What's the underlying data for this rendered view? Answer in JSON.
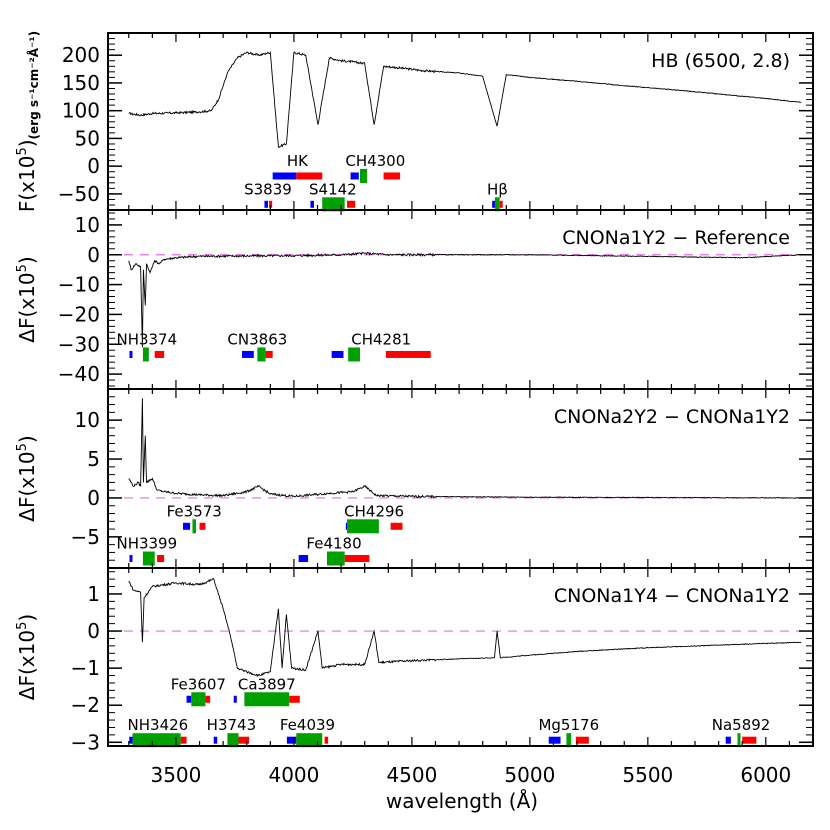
{
  "chart_data": [
    {
      "type": "line",
      "panel": 1,
      "title": "HB (6500, 2.8)",
      "ylabel": "F(x10^5)(erg s^-1cm^-2Å^-1)",
      "ylabel_main": "F(x10",
      "ylabel_sup": "5",
      "ylabel_unit": "(erg s⁻¹cm⁻²Å⁻¹)",
      "ylim": [
        -79,
        240
      ],
      "yticks": [
        200,
        150,
        100,
        50,
        0,
        -50
      ],
      "ytick_labels": [
        "200",
        "150",
        "100",
        "50",
        "0",
        "−50"
      ],
      "zero_line": false,
      "spectrum": {
        "description": "Synthetic HB star spectrum: ~95 flat noisy continuum 3300-3650 Å, Balmer jump to ~200 at ~3700 Å, deep Ca H&K lines to ~30-40 near 3934/3968 Å, Hδ ~4102 Å down to ~75, Hγ ~4340 Å down to ~75, Hβ 4861 Å down to ~75, then smooth decline to ~115 at 6150 Å",
        "points": [
          [
            3300,
            95
          ],
          [
            3350,
            92
          ],
          [
            3400,
            95
          ],
          [
            3500,
            96
          ],
          [
            3600,
            98
          ],
          [
            3650,
            100
          ],
          [
            3680,
            120
          ],
          [
            3720,
            170
          ],
          [
            3760,
            195
          ],
          [
            3800,
            205
          ],
          [
            3850,
            200
          ],
          [
            3900,
            205
          ],
          [
            3934,
            35
          ],
          [
            3968,
            40
          ],
          [
            4000,
            205
          ],
          [
            4050,
            200
          ],
          [
            4102,
            75
          ],
          [
            4150,
            195
          ],
          [
            4200,
            190
          ],
          [
            4250,
            188
          ],
          [
            4300,
            185
          ],
          [
            4340,
            75
          ],
          [
            4380,
            180
          ],
          [
            4450,
            177
          ],
          [
            4550,
            172
          ],
          [
            4700,
            168
          ],
          [
            4800,
            162
          ],
          [
            4861,
            72
          ],
          [
            4900,
            165
          ],
          [
            5000,
            160
          ],
          [
            5200,
            153
          ],
          [
            5400,
            145
          ],
          [
            5600,
            138
          ],
          [
            5800,
            130
          ],
          [
            6000,
            122
          ],
          [
            6150,
            115
          ]
        ]
      },
      "bands": [
        {
          "label": "HK",
          "row": 0,
          "blue": [
            3910,
            4010
          ],
          "red": [
            4010,
            4120
          ],
          "green": null
        },
        {
          "label": "CH4300",
          "row": 0,
          "blue": [
            4240,
            4275
          ],
          "green": [
            4280,
            4310
          ],
          "red": [
            4380,
            4450
          ]
        },
        {
          "label": "S3839",
          "row": 1,
          "blue": [
            3875,
            3890
          ],
          "red": [
            3895,
            3905
          ],
          "green": null
        },
        {
          "label": "S4142",
          "row": 1,
          "blue": [
            4070,
            4085
          ],
          "green": [
            4120,
            4215
          ],
          "red": [
            4225,
            4260
          ]
        },
        {
          "label": "Hβ",
          "row": 1,
          "blue": [
            4840,
            4852
          ],
          "green": [
            4852,
            4872
          ],
          "red": [
            4872,
            4885
          ]
        }
      ]
    },
    {
      "type": "line",
      "panel": 2,
      "title": "CNONa1Y2 − Reference",
      "ylabel_main": "ΔF(x10",
      "ylabel_sup": "5",
      "ylim": [
        -45,
        15
      ],
      "yticks": [
        10,
        0,
        -10,
        -20,
        -30,
        -40
      ],
      "ytick_labels": [
        "10",
        "0",
        "−10",
        "−20",
        "−30",
        "−40"
      ],
      "zero_line": true,
      "spectrum": {
        "description": "Near-zero difference; strong negative NH features 3300-3420 Å with deepest dip ~-31 near 3360 Å and ~-17 near 3370 Å; flat near 0 beyond 3500 Å",
        "points": [
          [
            3300,
            -2
          ],
          [
            3310,
            -5
          ],
          [
            3330,
            -3
          ],
          [
            3350,
            -4
          ],
          [
            3358,
            -31
          ],
          [
            3362,
            -5
          ],
          [
            3370,
            -17
          ],
          [
            3375,
            -3
          ],
          [
            3390,
            -6
          ],
          [
            3410,
            -2
          ],
          [
            3430,
            -3
          ],
          [
            3450,
            -1.5
          ],
          [
            3500,
            -1
          ],
          [
            3600,
            -0.5
          ],
          [
            3800,
            -0.4
          ],
          [
            4000,
            -0.3
          ],
          [
            4200,
            0
          ],
          [
            4300,
            0.5
          ],
          [
            4400,
            0
          ],
          [
            5000,
            0
          ],
          [
            5900,
            -1
          ],
          [
            6150,
            0
          ]
        ]
      },
      "bands": [
        {
          "label": "NH3374",
          "row": 0,
          "blue": [
            3303,
            3308
          ],
          "green": [
            3360,
            3385
          ],
          "red": [
            3410,
            3450
          ]
        },
        {
          "label": "CN3863",
          "row": 0,
          "blue": [
            3780,
            3830
          ],
          "green": [
            3845,
            3880
          ],
          "red": [
            3880,
            3910
          ]
        },
        {
          "label": "CH4281",
          "row": 0,
          "blue": [
            4160,
            4210
          ],
          "green": [
            4230,
            4280
          ],
          "red": [
            4390,
            4580
          ]
        }
      ]
    },
    {
      "type": "line",
      "panel": 3,
      "title": "CNONa2Y2 − CNONa1Y2",
      "ylabel_main": "ΔF(x10",
      "ylabel_sup": "5",
      "ylim": [
        -9,
        14
      ],
      "yticks": [
        10,
        5,
        0,
        -5
      ],
      "ytick_labels": [
        "10",
        "5",
        "0",
        "−5"
      ],
      "zero_line": true,
      "spectrum": {
        "description": "Positive noisy residual: ~2-3 at 3300 Å, sharp spike ~12.8 near 3358 Å and ~8 near 3370 Å, decaying to ~0.5 by 3500 Å, spiky features up to ~2 around 3850 and 4150-4300 Å, near zero beyond 4400 Å with small spikes",
        "points": [
          [
            3300,
            2.5
          ],
          [
            3320,
            1.5
          ],
          [
            3340,
            2
          ],
          [
            3350,
            1.5
          ],
          [
            3358,
            12.8
          ],
          [
            3362,
            2
          ],
          [
            3370,
            8
          ],
          [
            3375,
            2
          ],
          [
            3400,
            2.5
          ],
          [
            3420,
            1
          ],
          [
            3450,
            0.8
          ],
          [
            3500,
            0.6
          ],
          [
            3600,
            0.4
          ],
          [
            3700,
            0.3
          ],
          [
            3800,
            0.8
          ],
          [
            3850,
            1.5
          ],
          [
            3900,
            0.5
          ],
          [
            4000,
            0.2
          ],
          [
            4150,
            0.6
          ],
          [
            4250,
            0.8
          ],
          [
            4300,
            1.5
          ],
          [
            4350,
            0.3
          ],
          [
            4500,
            0.2
          ],
          [
            5000,
            0.1
          ],
          [
            6150,
            0
          ]
        ]
      },
      "bands": [
        {
          "label": "Fe3573",
          "row": 0,
          "blue": [
            3530,
            3560
          ],
          "green": [
            3570,
            3585
          ],
          "red": [
            3600,
            3625
          ]
        },
        {
          "label": "CH4296",
          "row": 0,
          "blue": [
            4220,
            4225
          ],
          "green": [
            4225,
            4360
          ],
          "red": [
            4410,
            4460
          ]
        },
        {
          "label": "NH3399",
          "row": 1,
          "blue": [
            3303,
            3308
          ],
          "green": [
            3360,
            3410
          ],
          "red": [
            3420,
            3450
          ]
        },
        {
          "label": "Fe4180",
          "row": 1,
          "blue": [
            4020,
            4060
          ],
          "green": [
            4140,
            4215
          ],
          "red": [
            4215,
            4320
          ]
        }
      ]
    },
    {
      "type": "line",
      "panel": 4,
      "title": "CNONa1Y4 − CNONa1Y2",
      "ylabel_main": "ΔF(x10",
      "ylabel_sup": "5",
      "xlabel": "wavelength (Å)",
      "ylim": [
        -3.1,
        1.7
      ],
      "yticks": [
        1,
        0,
        -1,
        -2,
        -3
      ],
      "ytick_labels": [
        "1",
        "0",
        "−1",
        "−2",
        "−3"
      ],
      "zero_line": true,
      "spectrum": {
        "description": "~1.2 plateau 3300-3650 Å with dip to -0.3 near 3358 Å; sharp drop at Balmer jump ~3700 Å to ~-1.1; Balmer emission-like spikes up to ~0.6 near 3934/3968 Å, ~0 at 4102, 4340, 4861 Å; rises slowly from -0.9 at 4500 Å to -0.3 at 6150 Å",
        "points": [
          [
            3300,
            1.35
          ],
          [
            3320,
            1.1
          ],
          [
            3350,
            1.05
          ],
          [
            3358,
            -0.3
          ],
          [
            3365,
            0.9
          ],
          [
            3400,
            1.2
          ],
          [
            3500,
            1.3
          ],
          [
            3600,
            1.25
          ],
          [
            3660,
            1.4
          ],
          [
            3700,
            0.6
          ],
          [
            3730,
            -0.1
          ],
          [
            3760,
            -1.0
          ],
          [
            3800,
            -1.1
          ],
          [
            3850,
            -1.2
          ],
          [
            3900,
            -1.1
          ],
          [
            3934,
            0.6
          ],
          [
            3950,
            -1.0
          ],
          [
            3968,
            0.45
          ],
          [
            3990,
            -1.0
          ],
          [
            4050,
            -1.05
          ],
          [
            4102,
            0
          ],
          [
            4120,
            -1.0
          ],
          [
            4200,
            -0.9
          ],
          [
            4300,
            -0.9
          ],
          [
            4340,
            0
          ],
          [
            4360,
            -0.85
          ],
          [
            4500,
            -0.8
          ],
          [
            4700,
            -0.75
          ],
          [
            4850,
            -0.72
          ],
          [
            4861,
            0
          ],
          [
            4875,
            -0.72
          ],
          [
            5000,
            -0.65
          ],
          [
            5200,
            -0.55
          ],
          [
            5500,
            -0.45
          ],
          [
            5800,
            -0.38
          ],
          [
            6150,
            -0.3
          ]
        ]
      },
      "bands": [
        {
          "label": "Fe3607",
          "row": 0,
          "blue": [
            3545,
            3565
          ],
          "green": [
            3565,
            3625
          ],
          "red": [
            3625,
            3645
          ]
        },
        {
          "label": "Ca3897",
          "row": 0,
          "blue": [
            3745,
            3752
          ],
          "green": [
            3790,
            3980
          ],
          "red": [
            3980,
            4025
          ]
        },
        {
          "label": "NH3426",
          "row": 1,
          "blue": [
            3302,
            3316
          ],
          "green": [
            3316,
            3520
          ],
          "red": [
            3520,
            3545
          ]
        },
        {
          "label": "H3743",
          "row": 1,
          "blue": [
            3660,
            3675
          ],
          "green": [
            3718,
            3765
          ],
          "red": [
            3765,
            3810
          ]
        },
        {
          "label": "Fe4039",
          "row": 1,
          "blue": [
            3970,
            4010
          ],
          "green": [
            4010,
            4120
          ],
          "red": [
            4130,
            4145
          ]
        },
        {
          "label": "Mg5176",
          "row": 1,
          "blue": [
            5080,
            5130
          ],
          "green": [
            5155,
            5175
          ],
          "red": [
            5195,
            5250
          ]
        },
        {
          "label": "Na5892",
          "row": 1,
          "blue": [
            5830,
            5852
          ],
          "green": [
            5880,
            5890
          ],
          "red": [
            5900,
            5960
          ]
        }
      ]
    }
  ],
  "x_axis": {
    "label": "wavelength (Å)",
    "xlim": [
      3212,
      6200
    ],
    "ticks": [
      3500,
      4000,
      4500,
      5000,
      5500,
      6000
    ],
    "tick_labels": [
      "3500",
      "4000",
      "4500",
      "5000",
      "5500",
      "6000"
    ],
    "minor_step": 100
  },
  "colors": {
    "blue_band": "#0000ff",
    "green_band": "#00a000",
    "red_band": "#ff0000",
    "zero_line": "#e070e0",
    "spectrum": "#000000",
    "axis": "#000000"
  }
}
